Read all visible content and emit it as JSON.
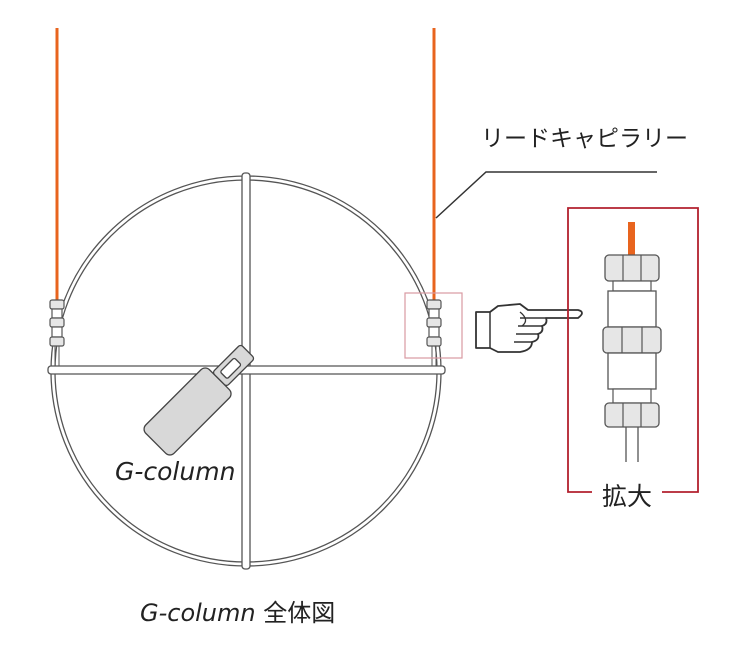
{
  "labels": {
    "capillary": "リードキャピラリー",
    "g_column": "G-column",
    "zoom": "拡大",
    "caption_italic": "G-column",
    "caption_rest": " 全体図"
  },
  "colors": {
    "capillary": "#e8641e",
    "highlight_box": "#b2202e",
    "line": "#555555",
    "fitting_fill": "#e6e6e6"
  },
  "icons": {
    "pointer": "pointing-hand-icon"
  }
}
